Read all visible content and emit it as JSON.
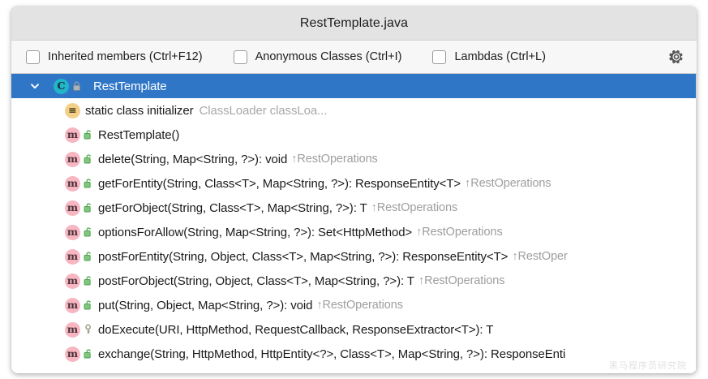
{
  "window": {
    "title": "RestTemplate.java"
  },
  "toolbar": {
    "filters": [
      {
        "label": "Inherited members (Ctrl+F12)",
        "checked": false,
        "name": "inherited-members"
      },
      {
        "label": "Anonymous Classes (Ctrl+I)",
        "checked": false,
        "name": "anonymous-classes"
      },
      {
        "label": "Lambdas (Ctrl+L)",
        "checked": false,
        "name": "lambdas"
      }
    ],
    "settings_icon": "gear-icon"
  },
  "colors": {
    "selection": "#2f76c7",
    "titlebar": "#e3e3e3",
    "toolbar": "#f7f7f7",
    "class_icon": "#20b5c8",
    "method_icon": "#f7b6c2",
    "initializer_icon": "#f3d08a",
    "public_lock": "#6dbf6d",
    "dim_text": "#a8a8a8"
  },
  "tree": {
    "nodes": [
      {
        "level": 0,
        "expanded": true,
        "chevron": "chevron-down-icon",
        "icon": "class-icon",
        "glyph": "C",
        "modifier": "lock-icon",
        "label": "RestTemplate",
        "detail": "",
        "implements": "",
        "selected": true
      },
      {
        "level": 1,
        "icon": "class-initializer-icon",
        "glyph": "≡",
        "modifier": "",
        "label": "static class initializer",
        "detail": "ClassLoader classLoa...",
        "implements": "",
        "selected": false
      },
      {
        "level": 1,
        "icon": "method-icon",
        "glyph": "m",
        "modifier": "unlocked-public-icon",
        "label": "RestTemplate()",
        "detail": "",
        "implements": "",
        "selected": false
      },
      {
        "level": 1,
        "icon": "method-icon",
        "glyph": "m",
        "modifier": "unlocked-public-icon",
        "label": "delete(String, Map<String, ?>): void",
        "detail": "",
        "implements": "↑RestOperations",
        "selected": false
      },
      {
        "level": 1,
        "icon": "method-icon",
        "glyph": "m",
        "modifier": "unlocked-public-icon",
        "label": "getForEntity(String, Class<T>, Map<String, ?>): ResponseEntity<T>",
        "detail": "",
        "implements": "↑RestOperations",
        "selected": false
      },
      {
        "level": 1,
        "icon": "method-icon",
        "glyph": "m",
        "modifier": "unlocked-public-icon",
        "label": "getForObject(String, Class<T>, Map<String, ?>): T",
        "detail": "",
        "implements": "↑RestOperations",
        "selected": false
      },
      {
        "level": 1,
        "icon": "method-icon",
        "glyph": "m",
        "modifier": "unlocked-public-icon",
        "label": "optionsForAllow(String, Map<String, ?>): Set<HttpMethod>",
        "detail": "",
        "implements": "↑RestOperations",
        "selected": false
      },
      {
        "level": 1,
        "icon": "method-icon",
        "glyph": "m",
        "modifier": "unlocked-public-icon",
        "label": "postForEntity(String, Object, Class<T>, Map<String, ?>): ResponseEntity<T>",
        "detail": "",
        "implements": "↑RestOper",
        "selected": false
      },
      {
        "level": 1,
        "icon": "method-icon",
        "glyph": "m",
        "modifier": "unlocked-public-icon",
        "label": "postForObject(String, Object, Class<T>, Map<String, ?>): T",
        "detail": "",
        "implements": "↑RestOperations",
        "selected": false
      },
      {
        "level": 1,
        "icon": "method-icon",
        "glyph": "m",
        "modifier": "unlocked-public-icon",
        "label": "put(String, Object, Map<String, ?>): void",
        "detail": "",
        "implements": "↑RestOperations",
        "selected": false
      },
      {
        "level": 1,
        "icon": "method-icon",
        "glyph": "m",
        "modifier": "key-protected-icon",
        "label": "doExecute(URI, HttpMethod, RequestCallback, ResponseExtractor<T>): T",
        "detail": "",
        "implements": "",
        "selected": false
      },
      {
        "level": 1,
        "icon": "method-icon",
        "glyph": "m",
        "modifier": "unlocked-public-icon",
        "label": "exchange(String, HttpMethod, HttpEntity<?>, Class<T>, Map<String, ?>): ResponseEnti",
        "detail": "",
        "implements": "",
        "selected": false
      }
    ]
  },
  "watermark": "黑马程序员研究院"
}
